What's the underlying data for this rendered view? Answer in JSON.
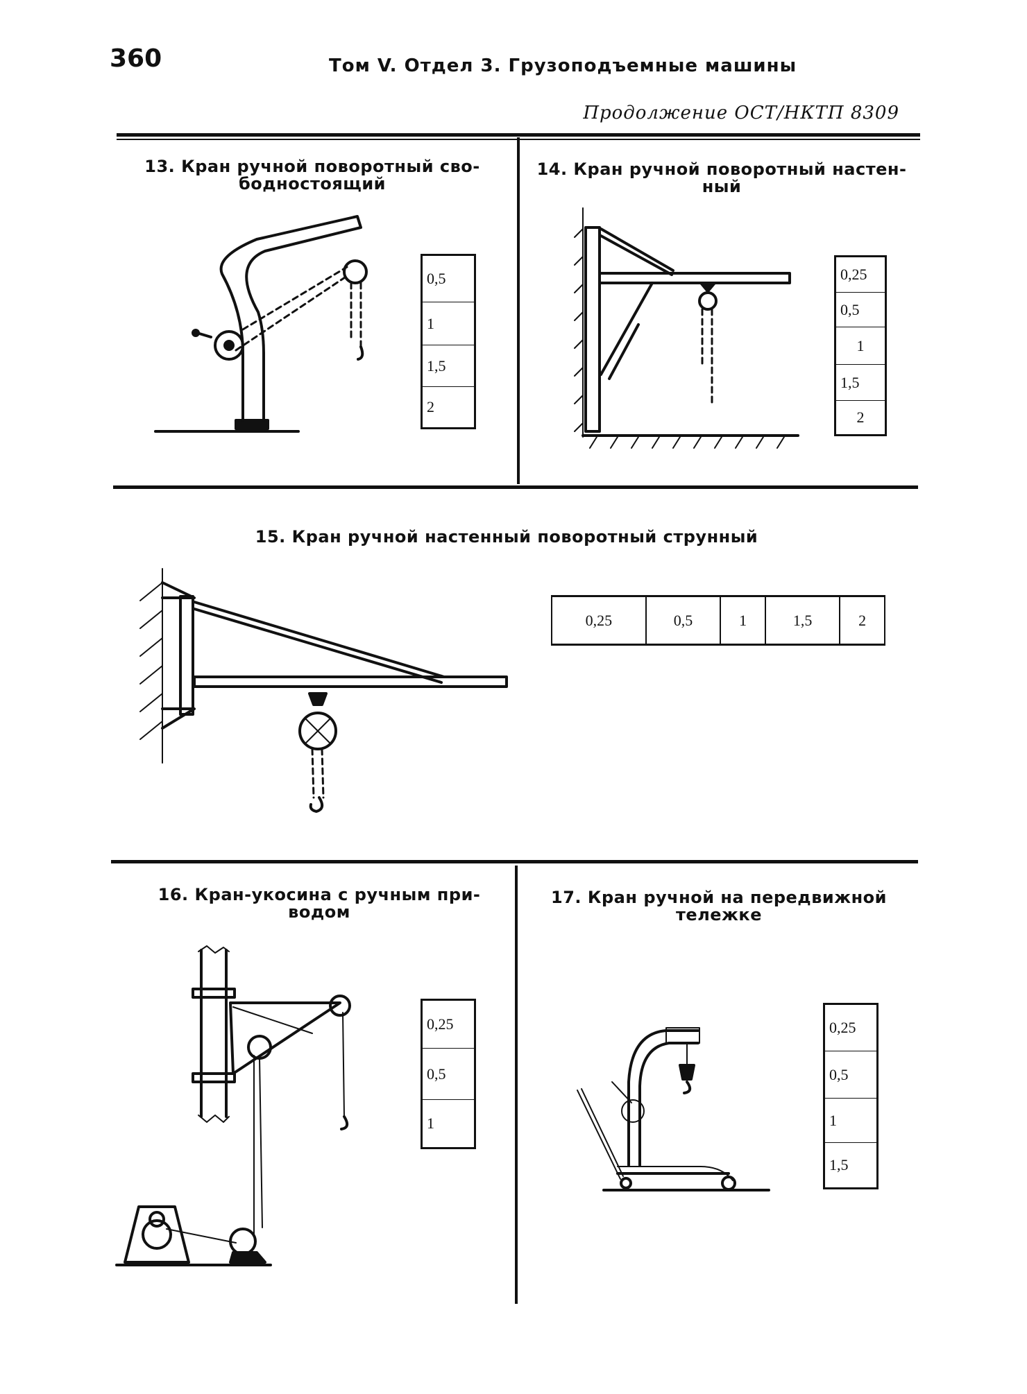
{
  "header": {
    "page_number": "360",
    "running_title": "Том V. Отдел 3. Грузоподъемные машины",
    "continuation": "Продолжение ОСТ/НКТП 8309"
  },
  "sections": [
    {
      "title_line1": "13. Кран ручной поворотный сво-",
      "title_line2": "бодностоящий",
      "capacities": [
        "0,5",
        "1",
        "1,5",
        "2"
      ]
    },
    {
      "title_line1": "14. Кран ручной поворотный настен-",
      "title_line2": "ный",
      "capacities": [
        "0,25",
        "0,5",
        "1",
        "1,5",
        "2"
      ]
    },
    {
      "title_line1": "15. Кран ручной настенный поворотный струнный",
      "capacities": [
        "0,25",
        "0,5",
        "1",
        "1,5",
        "2"
      ]
    },
    {
      "title_line1": "16. Кран-укосина с ручным при-",
      "title_line2": "водом",
      "capacities": [
        "0,25",
        "0,5",
        "1"
      ]
    },
    {
      "title_line1": "17. Кран ручной на передвижной",
      "title_line2": "тележке",
      "capacities": [
        "0,25",
        "0,5",
        "1",
        "1,5"
      ]
    }
  ],
  "figures": [
    {
      "name": "crane-13-illustration"
    },
    {
      "name": "crane-14-illustration"
    },
    {
      "name": "crane-15-illustration"
    },
    {
      "name": "crane-16-illustration"
    },
    {
      "name": "crane-17-illustration"
    }
  ]
}
